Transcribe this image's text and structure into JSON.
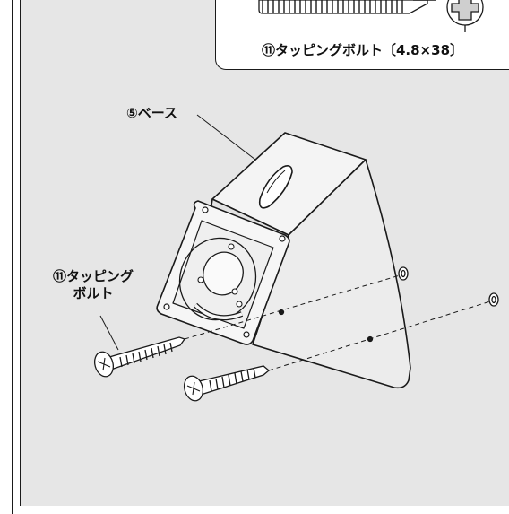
{
  "inset": {
    "caption": "⑪タッピングボルト〔4.8×38〕"
  },
  "labels": {
    "base": "⑤ベース",
    "screw_line1": "⑪タッピング",
    "screw_line2": "ボルト"
  },
  "colors": {
    "panel_bg": "#e6e6e6",
    "inset_bg": "#ffffff",
    "line": "#1a1a1a",
    "part_fill": "#f2f2f2",
    "shade_fill": "#d2d2d2"
  }
}
